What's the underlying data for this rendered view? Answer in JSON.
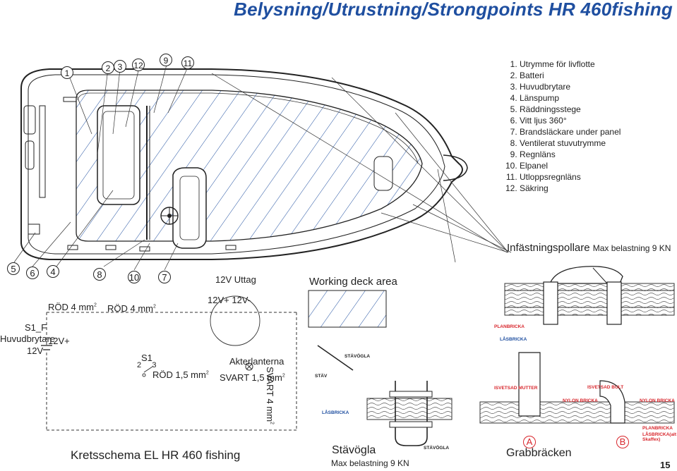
{
  "page_title": "Belysning/Utrustning/Strongpoints  HR 460fishing",
  "legend": [
    "Utrymme för livflotte",
    "Batteri",
    "Huvudbrytare",
    "Länspump",
    "Räddningsstege",
    "Vitt ljus 360°",
    "Brandsläckare under panel",
    "Ventilerat stuvutrymme",
    "Regnläns",
    "Elpanel",
    "Utloppsregnläns",
    "Säkring"
  ],
  "top_callouts": [
    "1",
    "2",
    "3",
    "12",
    "9",
    "11"
  ],
  "bottom_callouts": [
    "5",
    "6",
    "4",
    "8",
    "10",
    "7"
  ],
  "circuit": {
    "title": "Kretsschema EL HR 460 fishing",
    "red_4mm_a": "RÖD 4 mm",
    "red_4mm_b": "RÖD 4 mm",
    "sup2": "2",
    "s1f": "S1_F",
    "main_switch": "Huvudbrytare",
    "v12_plus": "12V+",
    "v12": "12V",
    "socket_title": "12V Uttag",
    "socket_terms": "12V+  12V-",
    "switch_s1": "S1",
    "switch_pins": "2     3",
    "red_15mm": "RÖD 1,5 mm",
    "lamp": "Akterlanterna",
    "black_15mm": "SVART 1,5 mm",
    "black_4mm": "SVART 4 mm"
  },
  "deck": {
    "label": "Working deck area"
  },
  "mooring": {
    "title": "Infästningspollare",
    "load": "Max belastning  9 KN",
    "planbricka": "PLANBRICKA",
    "lasbricka": "LÅSBRICKA",
    "isvetsad_mutter": "ISVETSAD MUTTER",
    "nylon_bricka_1": "NYLON BRICKA",
    "isvetsad_bult": "ISVETSAD BULT",
    "nylon_bricka_2": "NYLON BRICKA",
    "planbricka_2": "PLANBRICKA",
    "lasbricka_flex": "LÅSBRICKA(alt Skaffex)",
    "label_a": "A",
    "label_b": "B",
    "grab_title": "Grabbräcken"
  },
  "eyebolt": {
    "stavogla_1": "STÄVÖGLA",
    "stav": "STÄV",
    "lasbricka": "LÅSBRICKA",
    "stavogla_2": "STÄVÖGLA",
    "title": "Stävögla",
    "load": "Max belastning  9 KN"
  },
  "page_number": "15",
  "colors": {
    "title": "#1f4fa0",
    "accent_red": "#d8262c",
    "hatch": "#1f4fa0"
  }
}
